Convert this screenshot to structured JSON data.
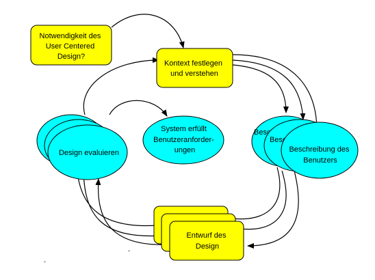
{
  "colors": {
    "box_fill": "#ffff00",
    "ellipse_fill": "#00ffff",
    "stroke": "#000000",
    "background": "#ffffff"
  },
  "nodes": {
    "notwendigkeit": {
      "lines": [
        "Notwendigkeit des",
        "User Centered",
        "Design?"
      ]
    },
    "kontext": {
      "lines": [
        "Kontext festlegen",
        "und verstehen"
      ]
    },
    "system": {
      "lines": [
        "System erfüllt",
        "Benutzeranforder-",
        "ungen"
      ]
    },
    "evaluieren": {
      "lines": [
        "Design evaluieren"
      ]
    },
    "beschreibung_back1": {
      "lines": [
        "Besch"
      ]
    },
    "beschreibung_back2": {
      "lines": [
        "Besc"
      ]
    },
    "beschreibung": {
      "lines": [
        "Beschreibung des",
        "Benutzers"
      ]
    },
    "entwurf": {
      "lines": [
        "Entwurf des",
        "Design"
      ]
    }
  },
  "marks": {
    "dash_a": "-",
    "dash_b": "-"
  }
}
